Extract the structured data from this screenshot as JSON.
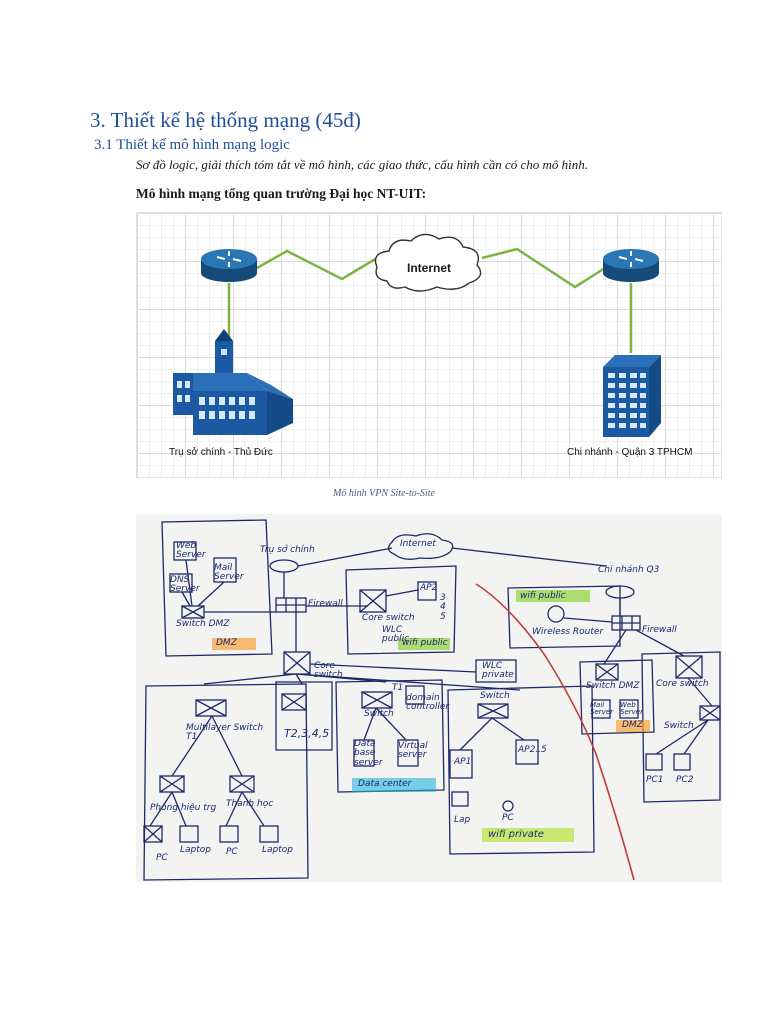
{
  "section": {
    "title": "3. Thiết kế hệ thống mạng (45đ)"
  },
  "subsection": {
    "title": "3.1 Thiết kế mô hình mạng logic"
  },
  "description": "Sơ đồ logic, giải thích tóm tắt về mô hình, các giao thức, cấu hình cần có cho mô hình.",
  "diagram_heading": "Mô hình mạng tổng quan trường Đại học NT-UIT:",
  "figure1": {
    "internet_label": "Internet",
    "hq_label": "Trụ sở chính - Thủ Đức",
    "branch_label": "Chi nhánh - Quận 3 TPHCM",
    "caption": "Mô hình VPN Site-to-Site",
    "colors": {
      "router": "#1d5d94",
      "link": "#7cb342",
      "building": "#1b5aa3"
    },
    "icons": [
      "router-icon",
      "cloud-icon",
      "school-building-icon",
      "office-building-icon"
    ]
  },
  "sketch": {
    "labels": {
      "web_server": "Web\nServer",
      "mail_server": "Mail\nServer",
      "dns_server": "DNS\nServer",
      "switch_dmz": "Switch DMZ",
      "dmz": "DMZ",
      "tru_so_chinh": "Trụ sở chính",
      "internet": "Internet",
      "firewall": "Firewall",
      "ap2": "AP2",
      "ap_nums": "3\n4\n5",
      "core_switch": "Core switch",
      "wlc_public": "WLC\npublic",
      "wifi_public_left": "wifi public",
      "core_switch_main": "Core\nswitch",
      "wlc_private": "WLC\nprivate",
      "multilayer_switch": "Multilayer Switch\nT1",
      "t2345": "T2,3,4,5",
      "t1": "T1",
      "switch_dc": "Switch",
      "domain_controller": "domain\ncontroller",
      "database_server": "Data\nbase\nserver",
      "virtual_server": "Virtual\nserver",
      "data_center": "Data center",
      "phong_hieu_truong": "Phòng hiệu trg",
      "thanh_hoc": "Thanh học",
      "pc": "PC",
      "laptop1": "Laptop",
      "pc2": "PC",
      "laptop2": "Laptop",
      "switch_wifi": "Switch",
      "ap1": "AP1",
      "ap_list": "AP2..5",
      "lap": "Lap",
      "pc_w": "PC",
      "wifi_private": "wifi private",
      "chi_nhanh_q3": "Chi nhánh Q3",
      "wifi_public_right": "wifi public",
      "wireless_router": "Wireless Router",
      "firewall_branch": "Firewall",
      "switch_dmz_b": "Switch DMZ",
      "core_switch_b": "Core switch",
      "mail_server_b": "Mail\nServer",
      "web_server_b": "Web\nServer",
      "dmz_b": "DMZ",
      "switch_b": "Switch",
      "pc1": "PC1",
      "pc2b": "PC2"
    }
  }
}
